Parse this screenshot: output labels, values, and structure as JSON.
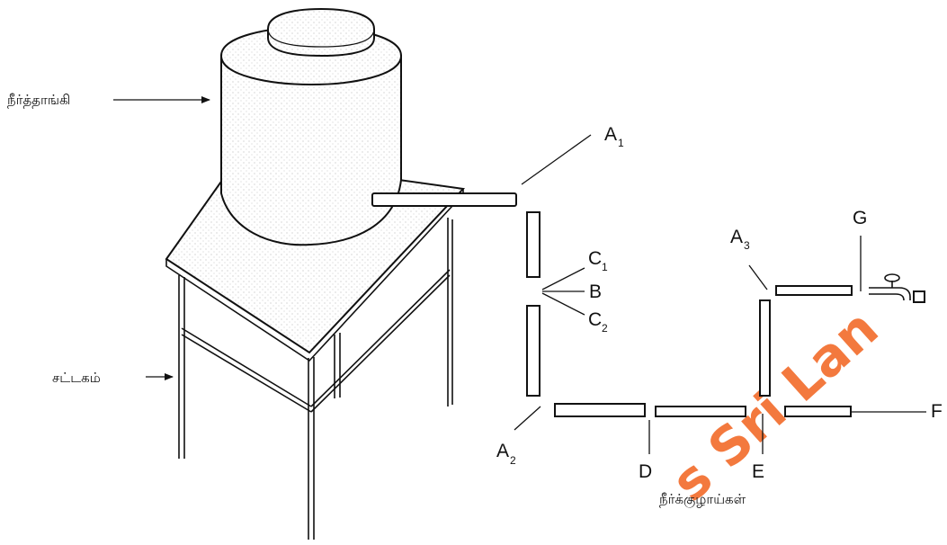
{
  "labels": {
    "tank": "நீர்த்தாங்கி",
    "frame": "சட்டகம்",
    "pipes": "நீர்க்குழாய்கள்",
    "a1_main": "A",
    "a1_sub": "1",
    "a2_main": "A",
    "a2_sub": "2",
    "a3_main": "A",
    "a3_sub": "3",
    "c1_main": "C",
    "c1_sub": "1",
    "c2_main": "C",
    "c2_sub": "2",
    "b": "B",
    "d": "D",
    "e": "E",
    "f": "F",
    "g": "G"
  },
  "watermark": {
    "text": "s Sri Lan",
    "color": "#f26b2a"
  }
}
